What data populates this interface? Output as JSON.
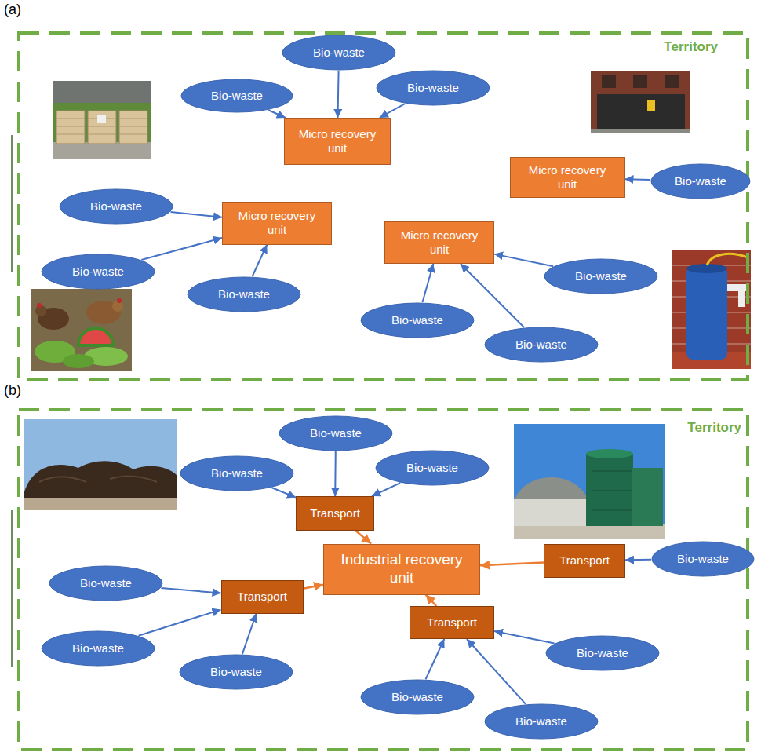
{
  "diagram": {
    "nodes": [
      {
        "text": [
          "Territory"
        ]
      },
      {
        "text": [
          "Bio-waste"
        ],
        "in": 0
      },
      {
        "text": [
          "Bio-waste"
        ],
        "in": 0
      },
      {
        "text": [
          "Bio-waste"
        ],
        "in": 0
      },
      {
        "text": [
          "Micro recovery unit"
        ],
        "in": 0
      },
      {
        "text": [
          "Micro recovery unit"
        ],
        "in": 0
      },
      {
        "text": [
          "Bio-waste"
        ],
        "in": 0
      },
      {
        "text": [
          "Bio-waste"
        ],
        "in": 0
      },
      {
        "text": [
          "Micro recovery unit"
        ],
        "in": 0
      },
      {
        "text": [
          "Micro recovery unit"
        ],
        "in": 0
      },
      {
        "text": [
          "Bio-waste"
        ],
        "in": 0
      },
      {
        "text": [
          "Bio-waste"
        ],
        "in": 0
      },
      {
        "text": [
          "Bio-waste"
        ],
        "in": 0
      },
      {
        "text": [
          "Bio-waste"
        ],
        "in": 0
      },
      {
        "text": [
          "Bio-waste"
        ],
        "in": 0
      },
      {
        "text": [
          "Territory"
        ]
      },
      {
        "text": [
          "Bio-waste"
        ],
        "in": 15
      },
      {
        "text": [
          "Bio-waste"
        ],
        "in": 15
      },
      {
        "text": [
          "Bio-waste"
        ],
        "in": 15
      },
      {
        "text": [
          "Transport"
        ],
        "in": 15
      },
      {
        "text": [
          "Industrial recovery unit"
        ],
        "in": 15
      },
      {
        "text": [
          "Transport"
        ],
        "in": 15
      },
      {
        "text": [
          "Bio-waste"
        ],
        "in": 15
      },
      {
        "text": [
          "Bio-waste"
        ],
        "in": 15
      },
      {
        "text": [
          "Transport"
        ],
        "in": 15
      },
      {
        "text": [
          "Transport"
        ],
        "in": 15
      },
      {
        "text": [
          "Bio-waste"
        ],
        "in": 15
      },
      {
        "text": [
          "Bio-waste"
        ],
        "in": 15
      },
      {
        "text": [
          "Bio-waste"
        ],
        "in": 15
      },
      {
        "text": [
          "Bio-waste"
        ],
        "in": 15
      },
      {
        "text": [
          "Bio-waste"
        ],
        "in": 15
      }
    ],
    "edges": [
      {
        "from": 1,
        "to": 4,
        "arrow": "to"
      },
      {
        "from": 2,
        "to": 4,
        "arrow": "to"
      },
      {
        "from": 3,
        "to": 4,
        "arrow": "to"
      },
      {
        "from": 6,
        "to": 5,
        "arrow": "to"
      },
      {
        "from": 7,
        "to": 8,
        "arrow": "to"
      },
      {
        "from": 10,
        "to": 8,
        "arrow": "to"
      },
      {
        "from": 12,
        "to": 8,
        "arrow": "to"
      },
      {
        "from": 11,
        "to": 9,
        "arrow": "to"
      },
      {
        "from": 13,
        "to": 9,
        "arrow": "to"
      },
      {
        "from": 14,
        "to": 9,
        "arrow": "to"
      },
      {
        "from": 16,
        "to": 19,
        "arrow": "to"
      },
      {
        "from": 17,
        "to": 19,
        "arrow": "to"
      },
      {
        "from": 18,
        "to": 19,
        "arrow": "to"
      },
      {
        "from": 22,
        "to": 21,
        "arrow": "to"
      },
      {
        "from": 23,
        "to": 24,
        "arrow": "to"
      },
      {
        "from": 26,
        "to": 24,
        "arrow": "to"
      },
      {
        "from": 28,
        "to": 24,
        "arrow": "to"
      },
      {
        "from": 27,
        "to": 25,
        "arrow": "to"
      },
      {
        "from": 29,
        "to": 25,
        "arrow": "to"
      },
      {
        "from": 30,
        "to": 25,
        "arrow": "to"
      },
      {
        "from": 19,
        "to": 20,
        "arrow": "to"
      },
      {
        "from": 21,
        "to": 20,
        "arrow": "to"
      },
      {
        "from": 24,
        "to": 20,
        "arrow": "to"
      },
      {
        "from": 25,
        "to": 20,
        "arrow": "to"
      }
    ],
    "labels": [
      "(a)",
      "(b)"
    ]
  }
}
